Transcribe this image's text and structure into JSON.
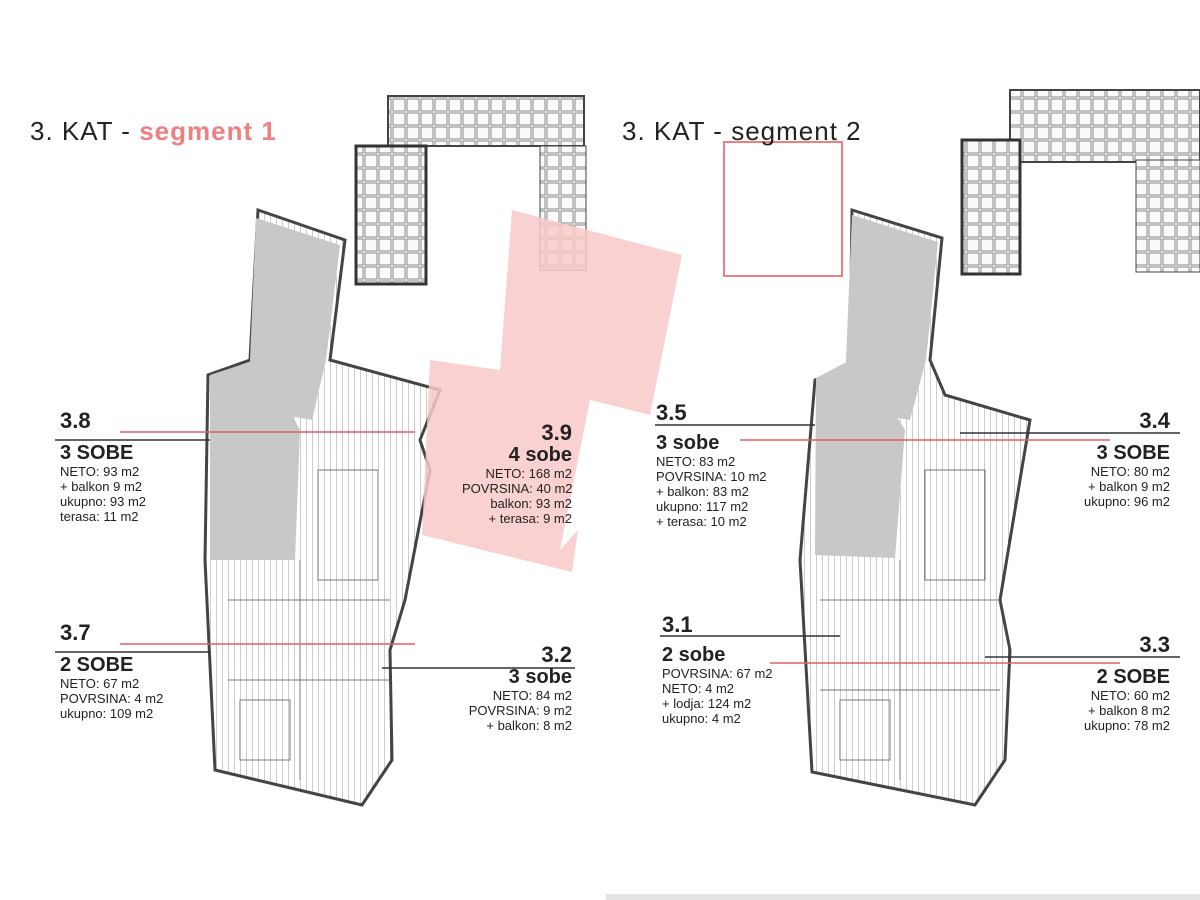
{
  "titles": {
    "left_prefix": "3. KAT -",
    "left_segment": "segment 1",
    "right_prefix": "3. KAT -",
    "right_segment": "segment 2"
  },
  "units": [
    {
      "id": "s1-b",
      "code": "3.8",
      "rooms": "3 SOBE",
      "details": [
        "NETO: 93 m2",
        "+ balkon 9 m2",
        "ukupno: 93 m2",
        "terasa: 11 m2"
      ]
    },
    {
      "id": "s1-c",
      "code": "3.9",
      "rooms": "4 sobe",
      "details": [
        "NETO: 168 m2",
        "POVRSINA: 40 m2",
        "balkon: 93 m2",
        "+ terasa: 9 m2"
      ]
    },
    {
      "id": "s1-d",
      "code": "3.7",
      "rooms": "2 SOBE",
      "details": [
        "NETO: 67 m2",
        "POVRSINA: 4 m2",
        "ukupno: 109 m2"
      ]
    },
    {
      "id": "s1-e",
      "code": "3.2",
      "rooms": "3 sobe",
      "details": [
        "NETO: 84 m2",
        "POVRSINA: 9 m2",
        "+ balkon: 8 m2"
      ]
    },
    {
      "id": "s2-a",
      "code": "3.5",
      "rooms": "3 sobe",
      "details": [
        "NETO: 83 m2",
        "POVRSINA: 10 m2",
        "+ balkon: 83 m2",
        "ukupno: 117 m2",
        "+ terasa: 10 m2"
      ]
    },
    {
      "id": "s2-b",
      "code": "3.4",
      "rooms": "3 SOBE",
      "details": [
        "NETO: 80 m2",
        "+ balkon 9 m2",
        "ukupno: 96 m2"
      ]
    },
    {
      "id": "s2-c",
      "code": "3.1",
      "rooms": "2 sobe",
      "details": [
        "POVRSINA: 67 m2",
        "NETO: 4 m2",
        "+ lodja: 124 m2",
        "ukupno: 4 m2"
      ]
    },
    {
      "id": "s2-d",
      "code": "3.3",
      "rooms": "2 SOBE",
      "details": [
        "NETO: 60 m2",
        "+ balkon 8 m2",
        "ukupno: 78 m2"
      ]
    }
  ],
  "colors": {
    "accent": "#f08080",
    "highlight": "#f9c9c9",
    "shaded": "#c8c8c8",
    "lines": "#333333"
  }
}
